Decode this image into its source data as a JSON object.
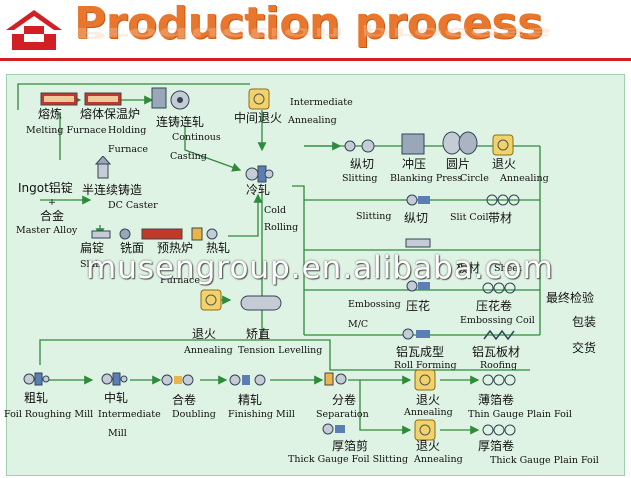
{
  "title": "Production process",
  "watermark": "musengroup.en.alibaba.com",
  "colors": {
    "accent": "#e8772d",
    "logo": "#d21f26",
    "panel": "#dff3e4",
    "line": "#2e8b3a"
  },
  "nodes": {
    "melting_zh": "熔炼",
    "melting_en": "Melting Furnace",
    "holding_zh": "熔体保温炉",
    "holding_en1": "Holding",
    "holding_en2": "Furnace",
    "caster_zh": "连铸连轧",
    "caster_en1": "Continous",
    "caster_en2": "Casting",
    "interm_zh": "中间退火",
    "interm_en1": "Intermediate",
    "interm_en2": "Annealing",
    "ingot_zh": "Ingot铝锭",
    "plus": "+",
    "alloy_zh": "合金",
    "alloy_en": "Master Alloy",
    "semi_zh": "半连续铸造",
    "semi_en": "DC Caster",
    "cold_zh": "冷轧",
    "cold_en1": "Cold",
    "cold_en2": "Rolling",
    "flat_zh": "扁锭",
    "flat_en": "Slab",
    "mill_zh": "铣面",
    "preheat_zh": "预热炉",
    "hot_zh": "热轧",
    "furnace_en": "Furnace",
    "slit1_zh": "纵切",
    "slit1_en": "Slitting",
    "blank_zh": "冲压",
    "blank_en": "Blanking Press",
    "circle_zh": "圆片",
    "circle_en": "Circle",
    "ann1_zh": "退火",
    "ann1_en": "Annealing",
    "slit2_en": "Slitting",
    "slit2_zh": "纵切",
    "slitcoil_zh": "带材",
    "slitcoil_en": "Slit Coil",
    "sheet_zh": "板材",
    "sheet_en": "Sheet",
    "emb_en1": "Embossing",
    "emb_en2": "M/C",
    "emb_zh": "压花",
    "embcoil_zh": "压花卷",
    "embcoil_en": "Embossing Coil",
    "final1": "最终检验",
    "final2": "包装",
    "final3": "交货",
    "ann2_zh": "退火",
    "ann2_en": "Annealing",
    "tension_zh": "矫直",
    "tension_en": "Tension Levelling",
    "roll_zh": "铝瓦成型",
    "roll_en": "Roll Forming",
    "roofing_zh": "铝瓦板材",
    "roofing_en": "Roofing",
    "rough_zh": "粗轧",
    "rough_en": "Foil Roughing Mill",
    "inter_zh": "中轧",
    "inter_en1": "Intermediate",
    "inter_en2": "Mill",
    "doub_zh": "合卷",
    "doub_en": "Doubling",
    "fin_zh": "精轧",
    "fin_en": "Finishing Mill",
    "sep_zh": "分卷",
    "sep_en": "Separation",
    "ann3_zh": "退火",
    "ann3_en": "Annealing",
    "thin_zh": "薄箔卷",
    "thin_en": "Thin Gauge Plain Foil",
    "thick_slit_zh": "厚箔剪",
    "thick_slit_en": "Thick Gauge Foil  Slitting",
    "ann4_zh": "退火",
    "ann4_en": "Annealing",
    "thick_zh": "厚箔卷",
    "thick_en": "Thick Gauge Plain Foil"
  }
}
